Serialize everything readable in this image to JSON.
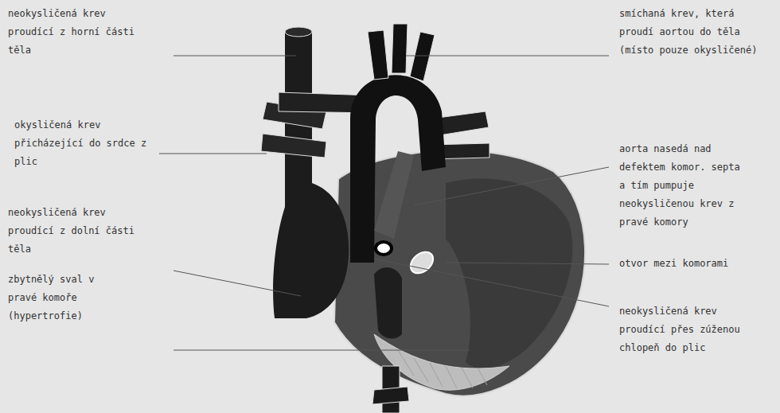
{
  "diagram": {
    "labels": [
      "neokysličená krev proudící z horní části těla",
      "smíchaná krev, která proudí aortou do těla (místo pouze okysličené)",
      "okysličená krev přicházející do srdce z plic",
      "aorta nasedá nad defektem komor. septa a tím pumpuje neokysličenou krev z pravé komory",
      "neokysličená krev proudící z dolní části těla",
      "otvor mezi komorami",
      "zbytnělý sval v pravé komoře (hypertrofie)",
      "neokysličená krev proudící přes zúženou chlopeň do plic"
    ]
  }
}
